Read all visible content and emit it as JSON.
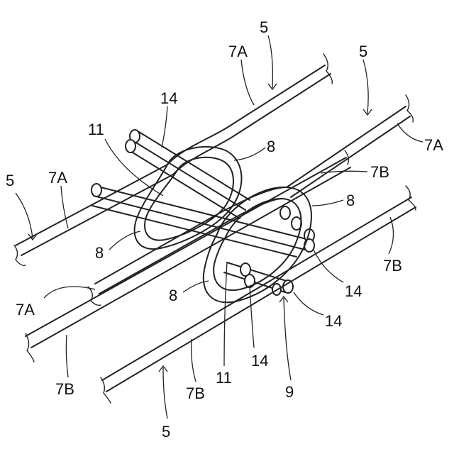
{
  "figure": {
    "labels": {
      "ref_5_top": "5",
      "ref_5_upper_right": "5",
      "ref_5_left": "5",
      "ref_5_bottom": "5",
      "ref_7a_top": "7A",
      "ref_7a_left": "7A",
      "ref_7a_right": "7A",
      "ref_7a_lower_left": "7A",
      "ref_7b_right_upper": "7B",
      "ref_7b_right_lower": "7B",
      "ref_7b_bottom_left": "7B",
      "ref_7b_bottom_center": "7B",
      "ref_8_upper": "8",
      "ref_8_right": "8",
      "ref_8_left": "8",
      "ref_8_lower": "8",
      "ref_9": "9",
      "ref_11_upper": "11",
      "ref_11_lower": "11",
      "ref_14_upper": "14",
      "ref_14_right": "14",
      "ref_14_right_lower": "14",
      "ref_14_bottom": "14"
    }
  }
}
